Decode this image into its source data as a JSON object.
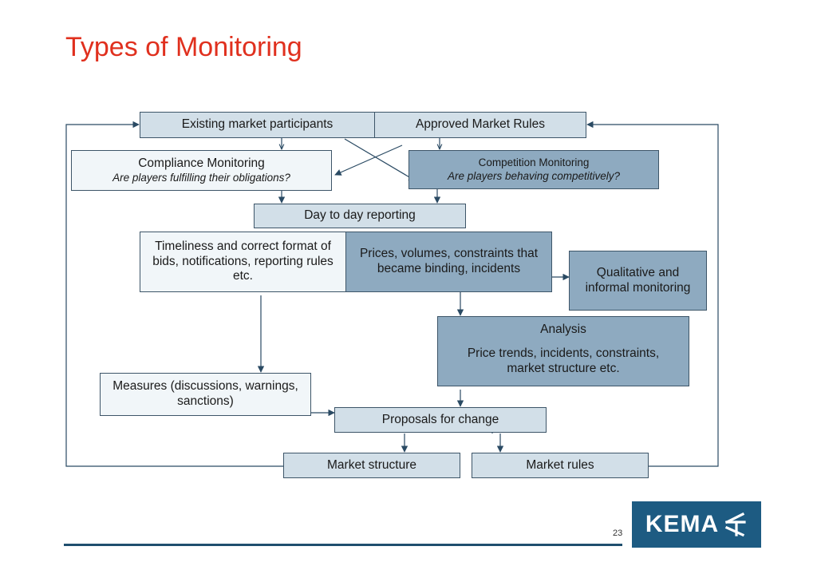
{
  "title": "Types of Monitoring",
  "boxes": {
    "existing": "Existing market participants",
    "approved": "Approved Market Rules",
    "compliance_title": "Compliance Monitoring",
    "compliance_sub": "Are players  fulfilling their  obligations?",
    "competition_title": "Competition Monitoring",
    "competition_sub": "Are players behaving competitively?",
    "day_to_day": "Day to day reporting",
    "timeliness": "Timeliness and correct format of bids, notifications, reporting rules etc.",
    "prices": "Prices, volumes, constraints that became binding, incidents",
    "qualitative": "Qualitative and informal monitoring",
    "analysis_title": "Analysis",
    "analysis_body": "Price trends, incidents, constraints, market structure etc.",
    "measures": "Measures (discussions, warnings, sanctions)",
    "proposals": "Proposals  for change",
    "market_structure": "Market structure",
    "market_rules": "Market rules"
  },
  "page_number": "23",
  "logo_text": "KEMA",
  "colors": {
    "title": "#e0301e",
    "dark_box": "#8eaac0",
    "light_box": "#e3ecf2",
    "line": "#2a4a63"
  }
}
